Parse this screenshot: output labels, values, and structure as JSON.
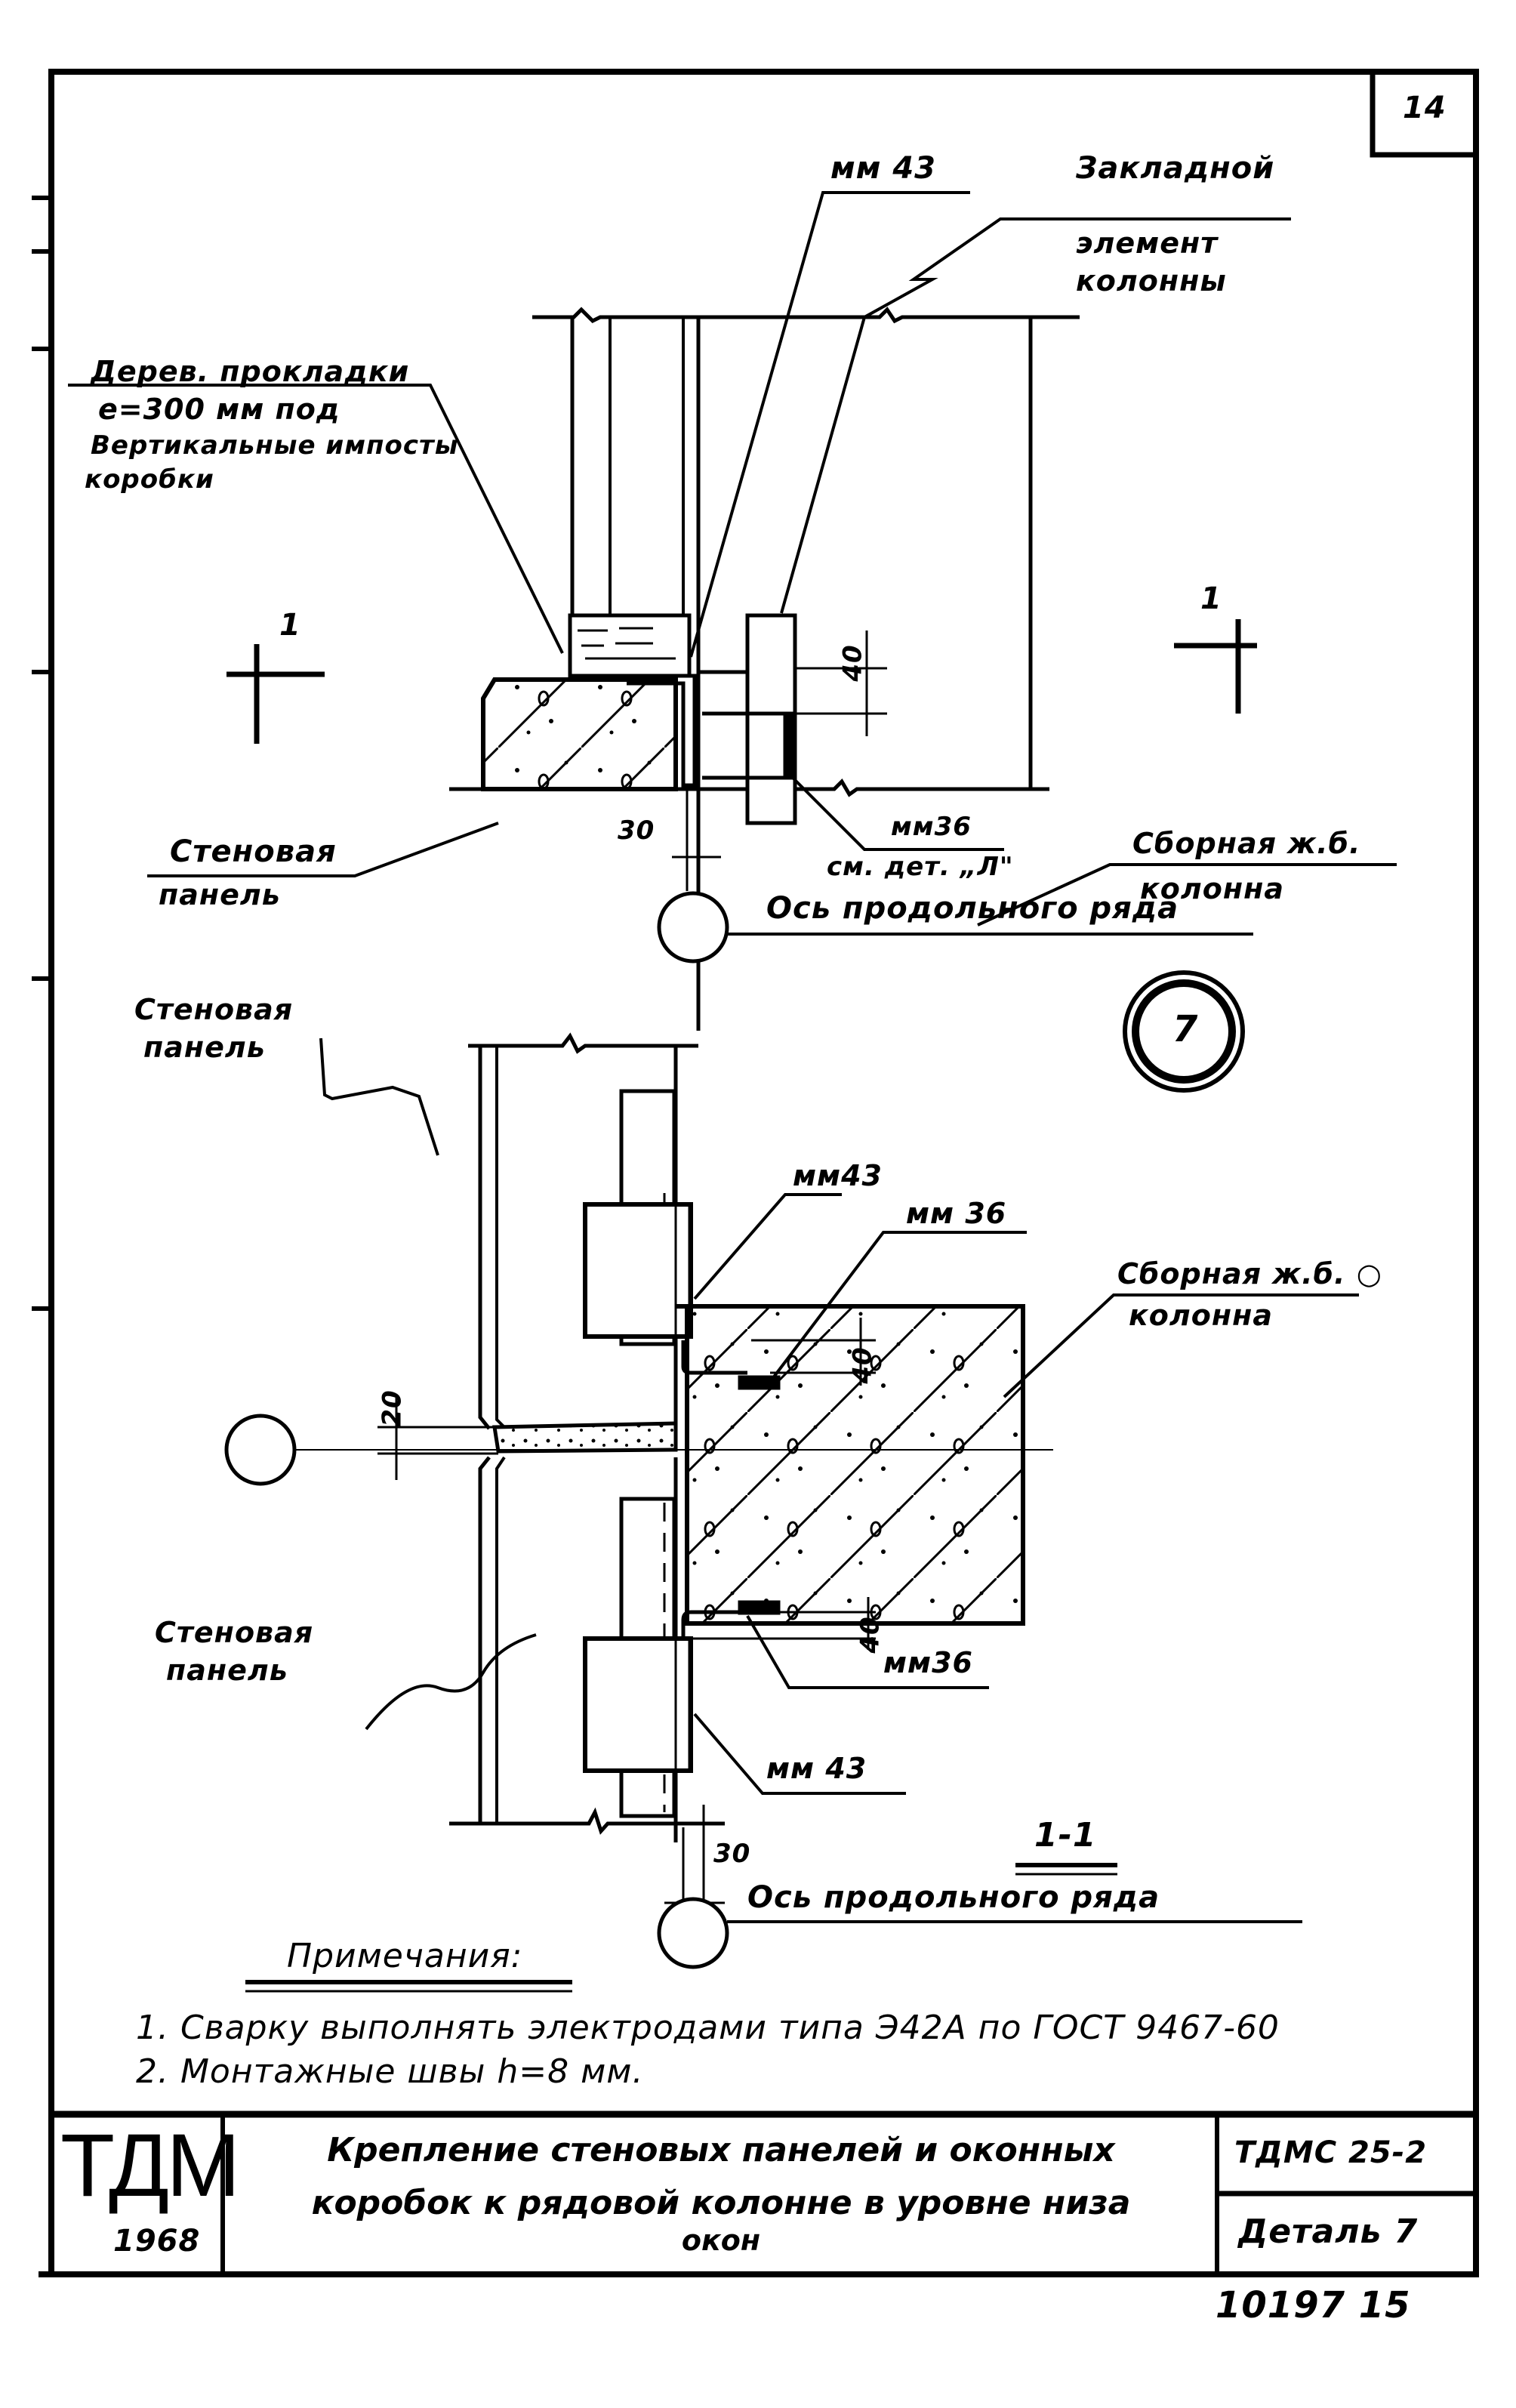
{
  "sheet": {
    "page_number": "14",
    "detail_marker": "7",
    "footer_code": "10197 15"
  },
  "top_detail": {
    "labels": {
      "wood_pads_line1": "Дерев. прокладки",
      "wood_pads_line2": "e=300 мм под",
      "wood_pads_line3": "Вертикальные импосты",
      "wood_pads_line4": "коробки",
      "section_mark_left": "1",
      "section_mark_right": "1",
      "plate_43": "мм 43",
      "embedded_line1": "Закладной",
      "embedded_line2": "элемент",
      "embedded_line3": "колонны",
      "dim_40": "40",
      "plate_36_line1": "мм36",
      "plate_36_line2": "см. дет. „Л\"",
      "wall_panel_line1": "Стеновая",
      "wall_panel_line2": "панель",
      "column_line1": "Сборная ж.б.",
      "column_line2": "колонна",
      "dim_30": "30",
      "axis_label": "Ось продольного ряда"
    }
  },
  "section_1_1": {
    "title": "1-1",
    "labels": {
      "wall_panel_top_line1": "Стеновая",
      "wall_panel_top_line2": "панель",
      "plate_43_top": "мм43",
      "plate_36_top": "мм 36",
      "dim_40_top": "40",
      "column_line1": "Сборная ж.б. ○",
      "column_line2": "колонна",
      "dim_20": "20",
      "wall_panel_bottom_line1": "Стеновая",
      "wall_panel_bottom_line2": "панель",
      "dim_40_bottom": "40",
      "plate_36_bottom": "мм36",
      "plate_43_bottom": "мм 43",
      "dim_30": "30",
      "axis_label": "Ось продольного ряда"
    }
  },
  "notes": {
    "heading": "Примечания:",
    "items": [
      "1. Сварку выполнять электродами типа Э42А по ГОСТ 9467-60",
      "2. Монтажные швы h=8 мм."
    ]
  },
  "title_block": {
    "logo": "ТДМ",
    "year": "1968",
    "title_line1": "Крепление стеновых панелей и оконных",
    "title_line2": "коробок к рядовой колонне в уровне низа",
    "title_line3": "окон",
    "series": "ТДМС 25-2",
    "detail": "Деталь 7"
  }
}
